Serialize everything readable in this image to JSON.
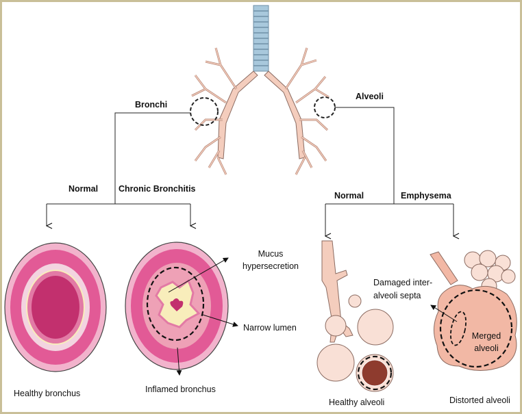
{
  "labels": {
    "bronchi": "Bronchi",
    "alveoli": "Alveoli",
    "bronchi_normal": "Normal",
    "chronic_bronchitis": "Chronic Bronchitis",
    "alveoli_normal": "Normal",
    "emphysema": "Emphysema",
    "healthy_bronchus": "Healthy bronchus",
    "inflamed_bronchus": "Inflamed bronchus",
    "mucus_line1": "Mucus",
    "mucus_line2": "hypersecretion",
    "narrow_lumen": "Narrow lumen",
    "healthy_alveoli": "Healthy alveoli",
    "distorted_alveoli": "Distorted alveoli",
    "damaged_line1": "Damaged inter-",
    "damaged_line2": "alveoli septa",
    "merged_line1": "Merged",
    "merged_line2": "alveoli"
  },
  "colors": {
    "frame": "#c9bf98",
    "trachea": "#a8c8dc",
    "airway": "#f4cdbd",
    "bronchus_wall": "#e25a96",
    "lumen": "#c2306e",
    "mucus": "#f8edbb",
    "alveoli": "#f2b8a5"
  }
}
